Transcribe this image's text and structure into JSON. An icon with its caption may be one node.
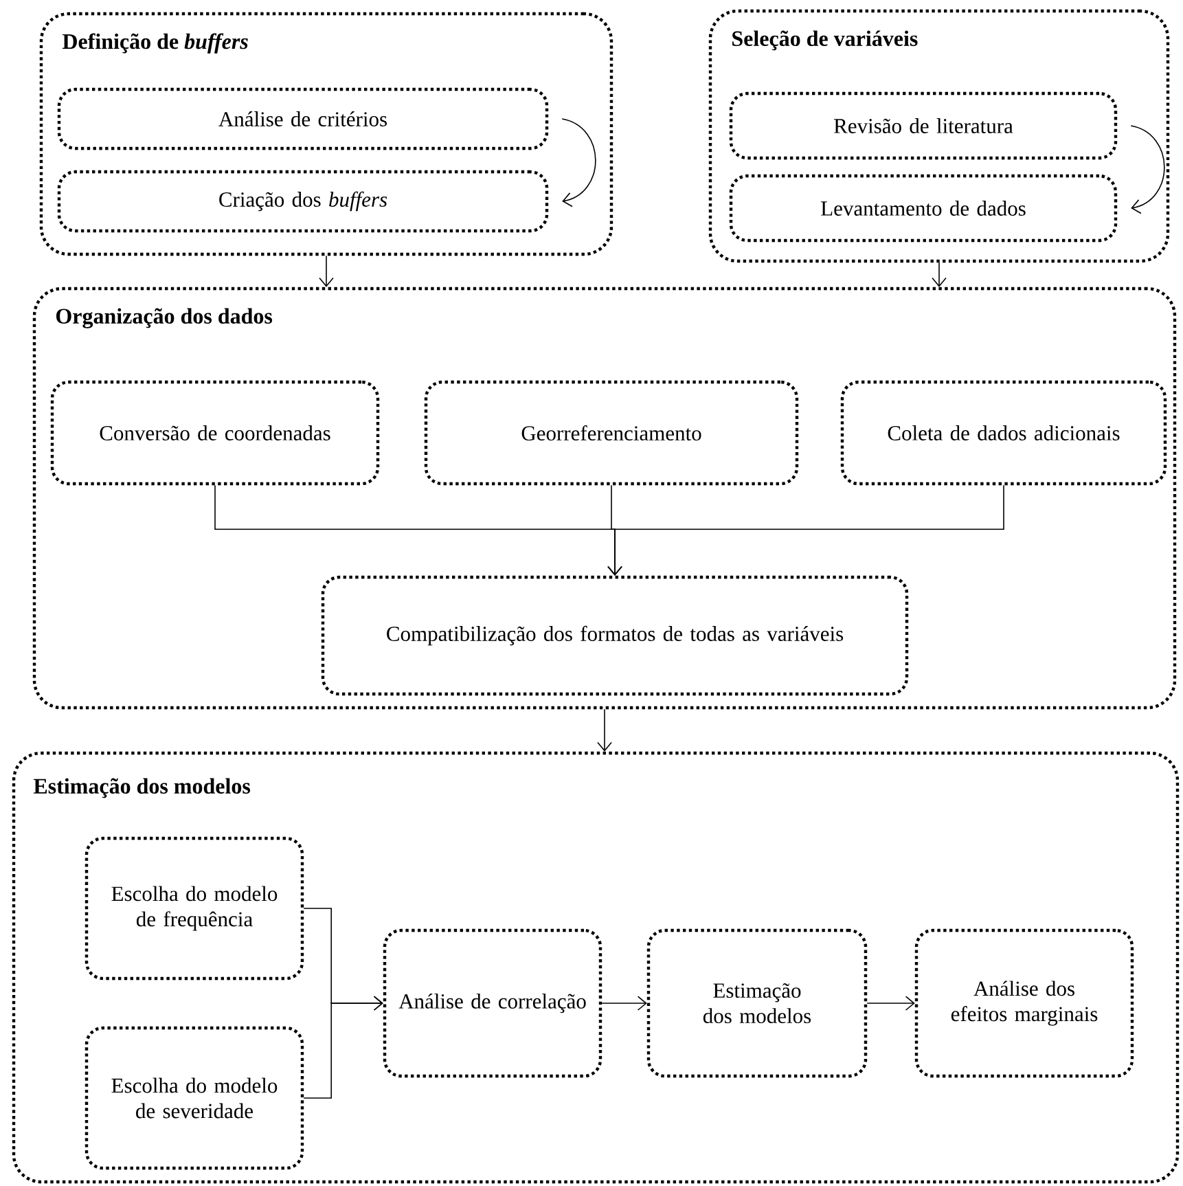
{
  "diagram": {
    "nodes": [
      {
        "text": [
          "Definição de *buffers*"
        ]
      },
      {
        "text": [
          "Análise de critérios"
        ],
        "in": 0
      },
      {
        "text": [
          "Criação dos *buffers*"
        ],
        "in": 0
      },
      {
        "text": [
          "Seleção de variáveis"
        ]
      },
      {
        "text": [
          "Revisão de literatura"
        ],
        "in": 3
      },
      {
        "text": [
          "Levantamento de dados"
        ],
        "in": 3
      },
      {
        "text": [
          "Organização dos dados"
        ]
      },
      {
        "text": [
          "Conversão de coordenadas"
        ],
        "in": 6
      },
      {
        "text": [
          "Georreferenciamento"
        ],
        "in": 6
      },
      {
        "text": [
          "Coleta de dados adicionais"
        ],
        "in": 6
      },
      {
        "text": [
          "Compatibilização dos formatos de todas as variáveis"
        ],
        "in": 6
      },
      {
        "text": [
          "Estimação dos modelos"
        ]
      },
      {
        "text": [
          "Escolha do modelo de frequência"
        ],
        "in": 11
      },
      {
        "text": [
          "Escolha do modelo de severidade"
        ],
        "in": 11
      },
      {
        "text": [
          "Análise de correlação"
        ],
        "in": 11
      },
      {
        "text": [
          "Estimação dos modelos"
        ],
        "in": 11
      },
      {
        "text": [
          "Análise dos efeitos marginais"
        ],
        "in": 11
      }
    ],
    "edges": [
      {
        "from": 1,
        "to": 2,
        "arrow": "to"
      },
      {
        "from": 4,
        "to": 5,
        "arrow": "to"
      },
      {
        "from": 0,
        "to": 6,
        "arrow": "to"
      },
      {
        "from": 3,
        "to": 6,
        "arrow": "to"
      },
      {
        "from": 7,
        "to": 10,
        "arrow": "to"
      },
      {
        "from": 8,
        "to": 10,
        "arrow": "to"
      },
      {
        "from": 9,
        "to": 10,
        "arrow": "to"
      },
      {
        "from": 6,
        "to": 11,
        "arrow": "to"
      },
      {
        "from": 12,
        "to": 14,
        "arrow": "to"
      },
      {
        "from": 13,
        "to": 14,
        "arrow": "to"
      },
      {
        "from": 14,
        "to": 15,
        "arrow": "to"
      },
      {
        "from": 15,
        "to": 16,
        "arrow": "to"
      }
    ]
  }
}
